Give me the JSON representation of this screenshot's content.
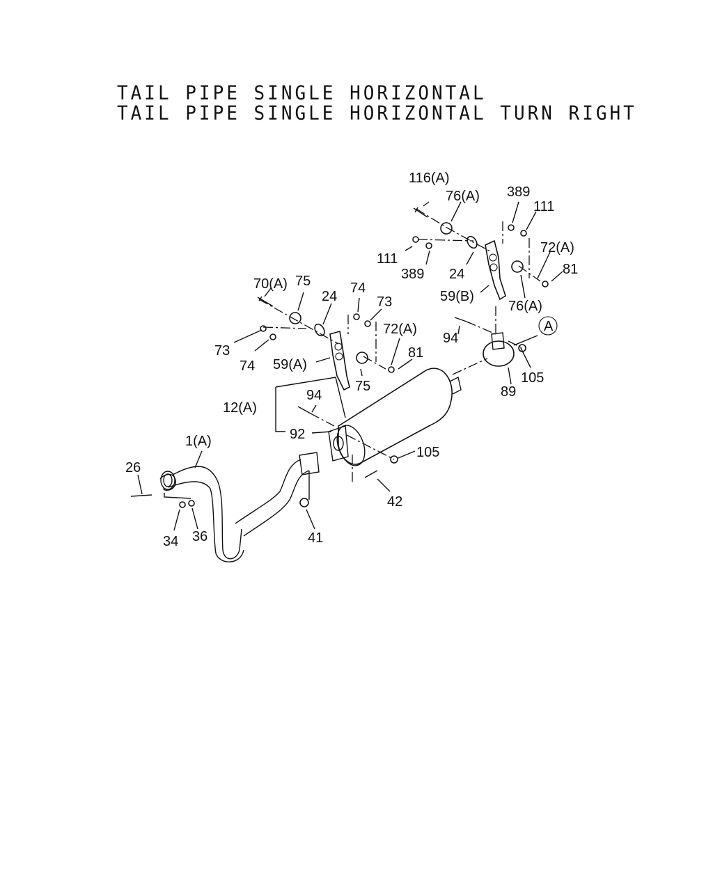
{
  "title": {
    "line1": "TAIL PIPE SINGLE HORIZONTAL",
    "line2": "TAIL PIPE SINGLE HORIZONTAL TURN RIGHT"
  },
  "callouts": {
    "c116a": "116(A)",
    "c76a_top": "76(A)",
    "c389_top": "389",
    "c111_top": "111",
    "c111_mid": "111",
    "c389_mid": "389",
    "c24_right": "24",
    "c72a_right": "72(A)",
    "c81_right": "81",
    "c59b": "59(B)",
    "c76a_bottom": "76(A)",
    "c70a": "70(A)",
    "c75_top": "75",
    "c24_left": "24",
    "c74_top": "74",
    "c73_top": "73",
    "c72a_left": "72(A)",
    "c81_left": "81",
    "c73_left": "73",
    "c74_left": "74",
    "c59a": "59(A)",
    "c75_bottom": "75",
    "c94_right": "94",
    "c_a": "A",
    "c105_right": "105",
    "c89": "89",
    "c94_left": "94",
    "c12a": "12(A)",
    "c92": "92",
    "c105_left": "105",
    "c1a": "1(A)",
    "c26": "26",
    "c42": "42",
    "c34": "34",
    "c36": "36",
    "c41": "41"
  }
}
